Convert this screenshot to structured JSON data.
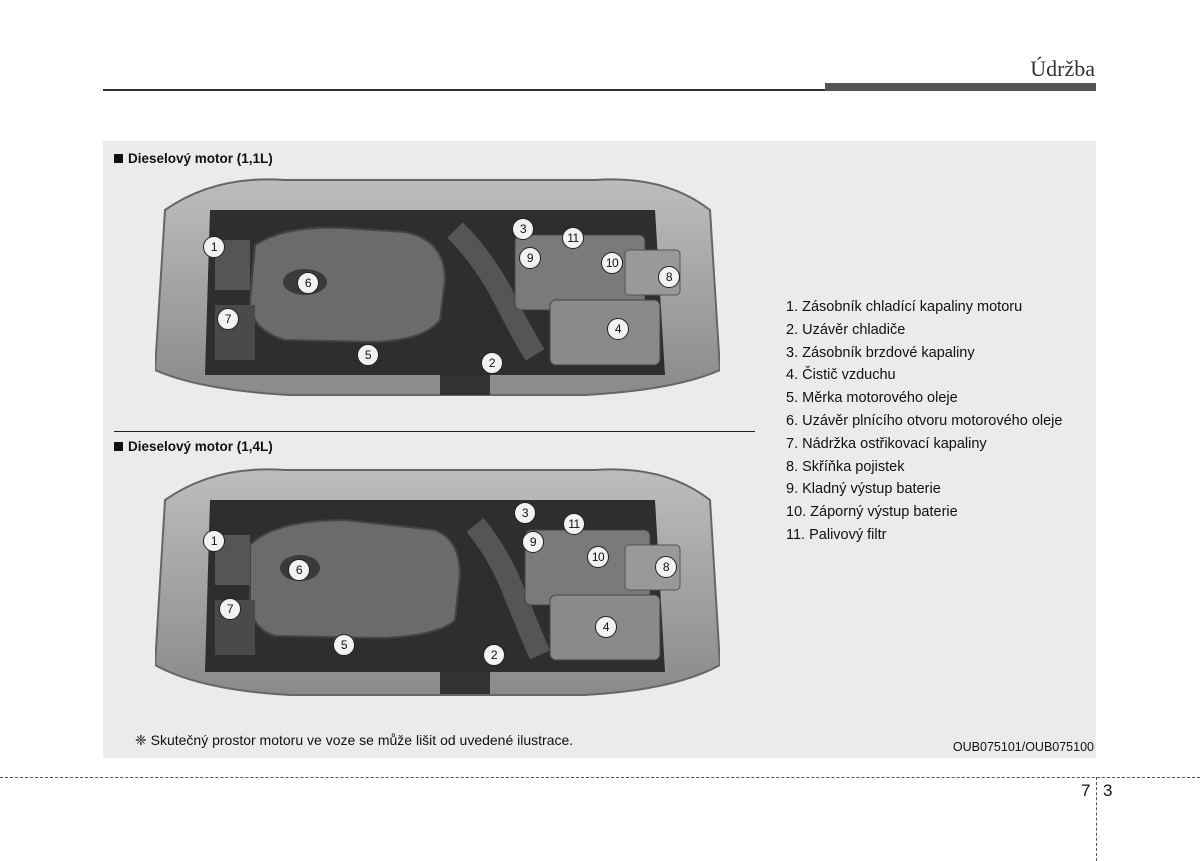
{
  "header": {
    "section_title": "Údržba"
  },
  "diagrams": [
    {
      "title": "Dieselový motor (1,1L)",
      "callouts": [
        "1",
        "2",
        "3",
        "4",
        "5",
        "6",
        "7",
        "8",
        "9",
        "10",
        "11"
      ]
    },
    {
      "title": "Dieselový motor (1,4L)",
      "callouts": [
        "1",
        "2",
        "3",
        "4",
        "5",
        "6",
        "7",
        "8",
        "9",
        "10",
        "11"
      ]
    }
  ],
  "legend": [
    "1. Zásobník chladící kapaliny motoru",
    "2. Uzávěr chladiče",
    "3. Zásobník brzdové kapaliny",
    "4. Čistič vzduchu",
    "5. Měrka motorového oleje",
    "6. Uzávěr plnícího otvoru motorového oleje",
    "7. Nádržka ostřikovací kapaliny",
    "8. Skříňka pojistek",
    "9. Kladný výstup baterie",
    "10. Záporný výstup baterie",
    "11. Palivový filtr"
  ],
  "note": "❈ Skutečný prostor motoru ve voze se může lišit od uvedené ilustrace.",
  "ref_code": "OUB075101/OUB075100",
  "footer": {
    "chapter": "7",
    "page": "3"
  }
}
